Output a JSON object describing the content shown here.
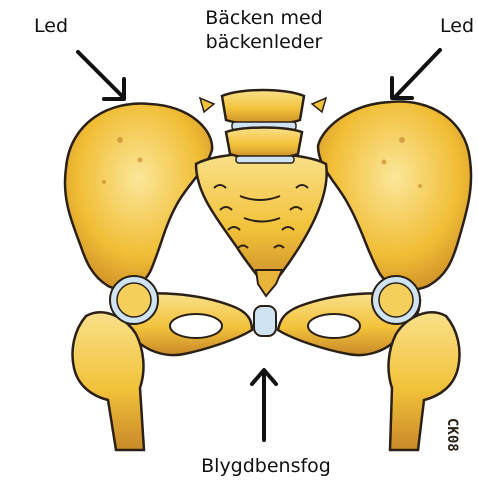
{
  "labels": {
    "title": "Bäcken med bäckenleder",
    "left_joint": "Led",
    "right_joint": "Led",
    "bottom": "Blygdbensfog"
  },
  "illustration": {
    "signature": "CK08"
  },
  "colors": {
    "bone_fill": "#f2c23a",
    "bone_light": "#f9e08a",
    "bone_dark": "#c9892a",
    "outline": "#2a2016",
    "cartilage": "#cfe3f2",
    "arrow": "#111111"
  }
}
